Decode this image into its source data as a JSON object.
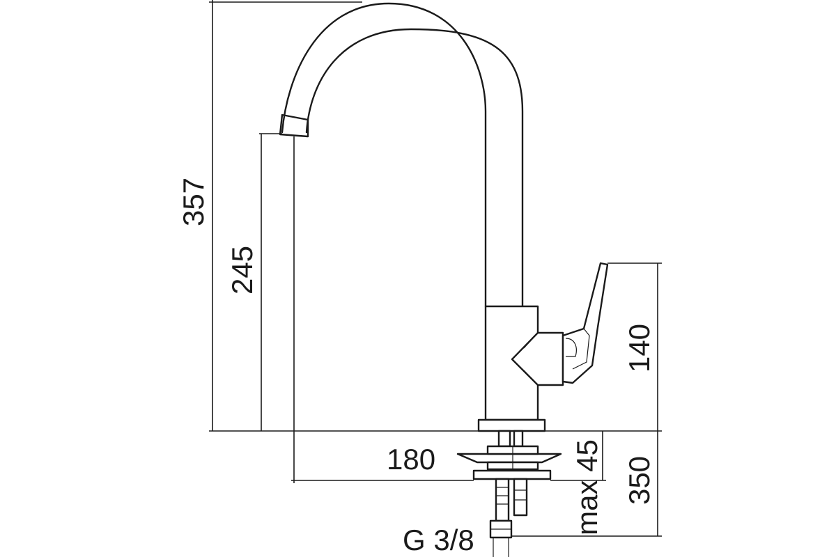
{
  "drawing": {
    "dimensions": {
      "overall_height": "357",
      "spout_height": "245",
      "lever_height": "140",
      "spout_reach": "180",
      "max_thickness_label": "max 45",
      "hose_length": "350",
      "connection_thread": "G 3/8"
    },
    "colors": {
      "line": "#1a1a1a",
      "background": "#ffffff"
    }
  }
}
